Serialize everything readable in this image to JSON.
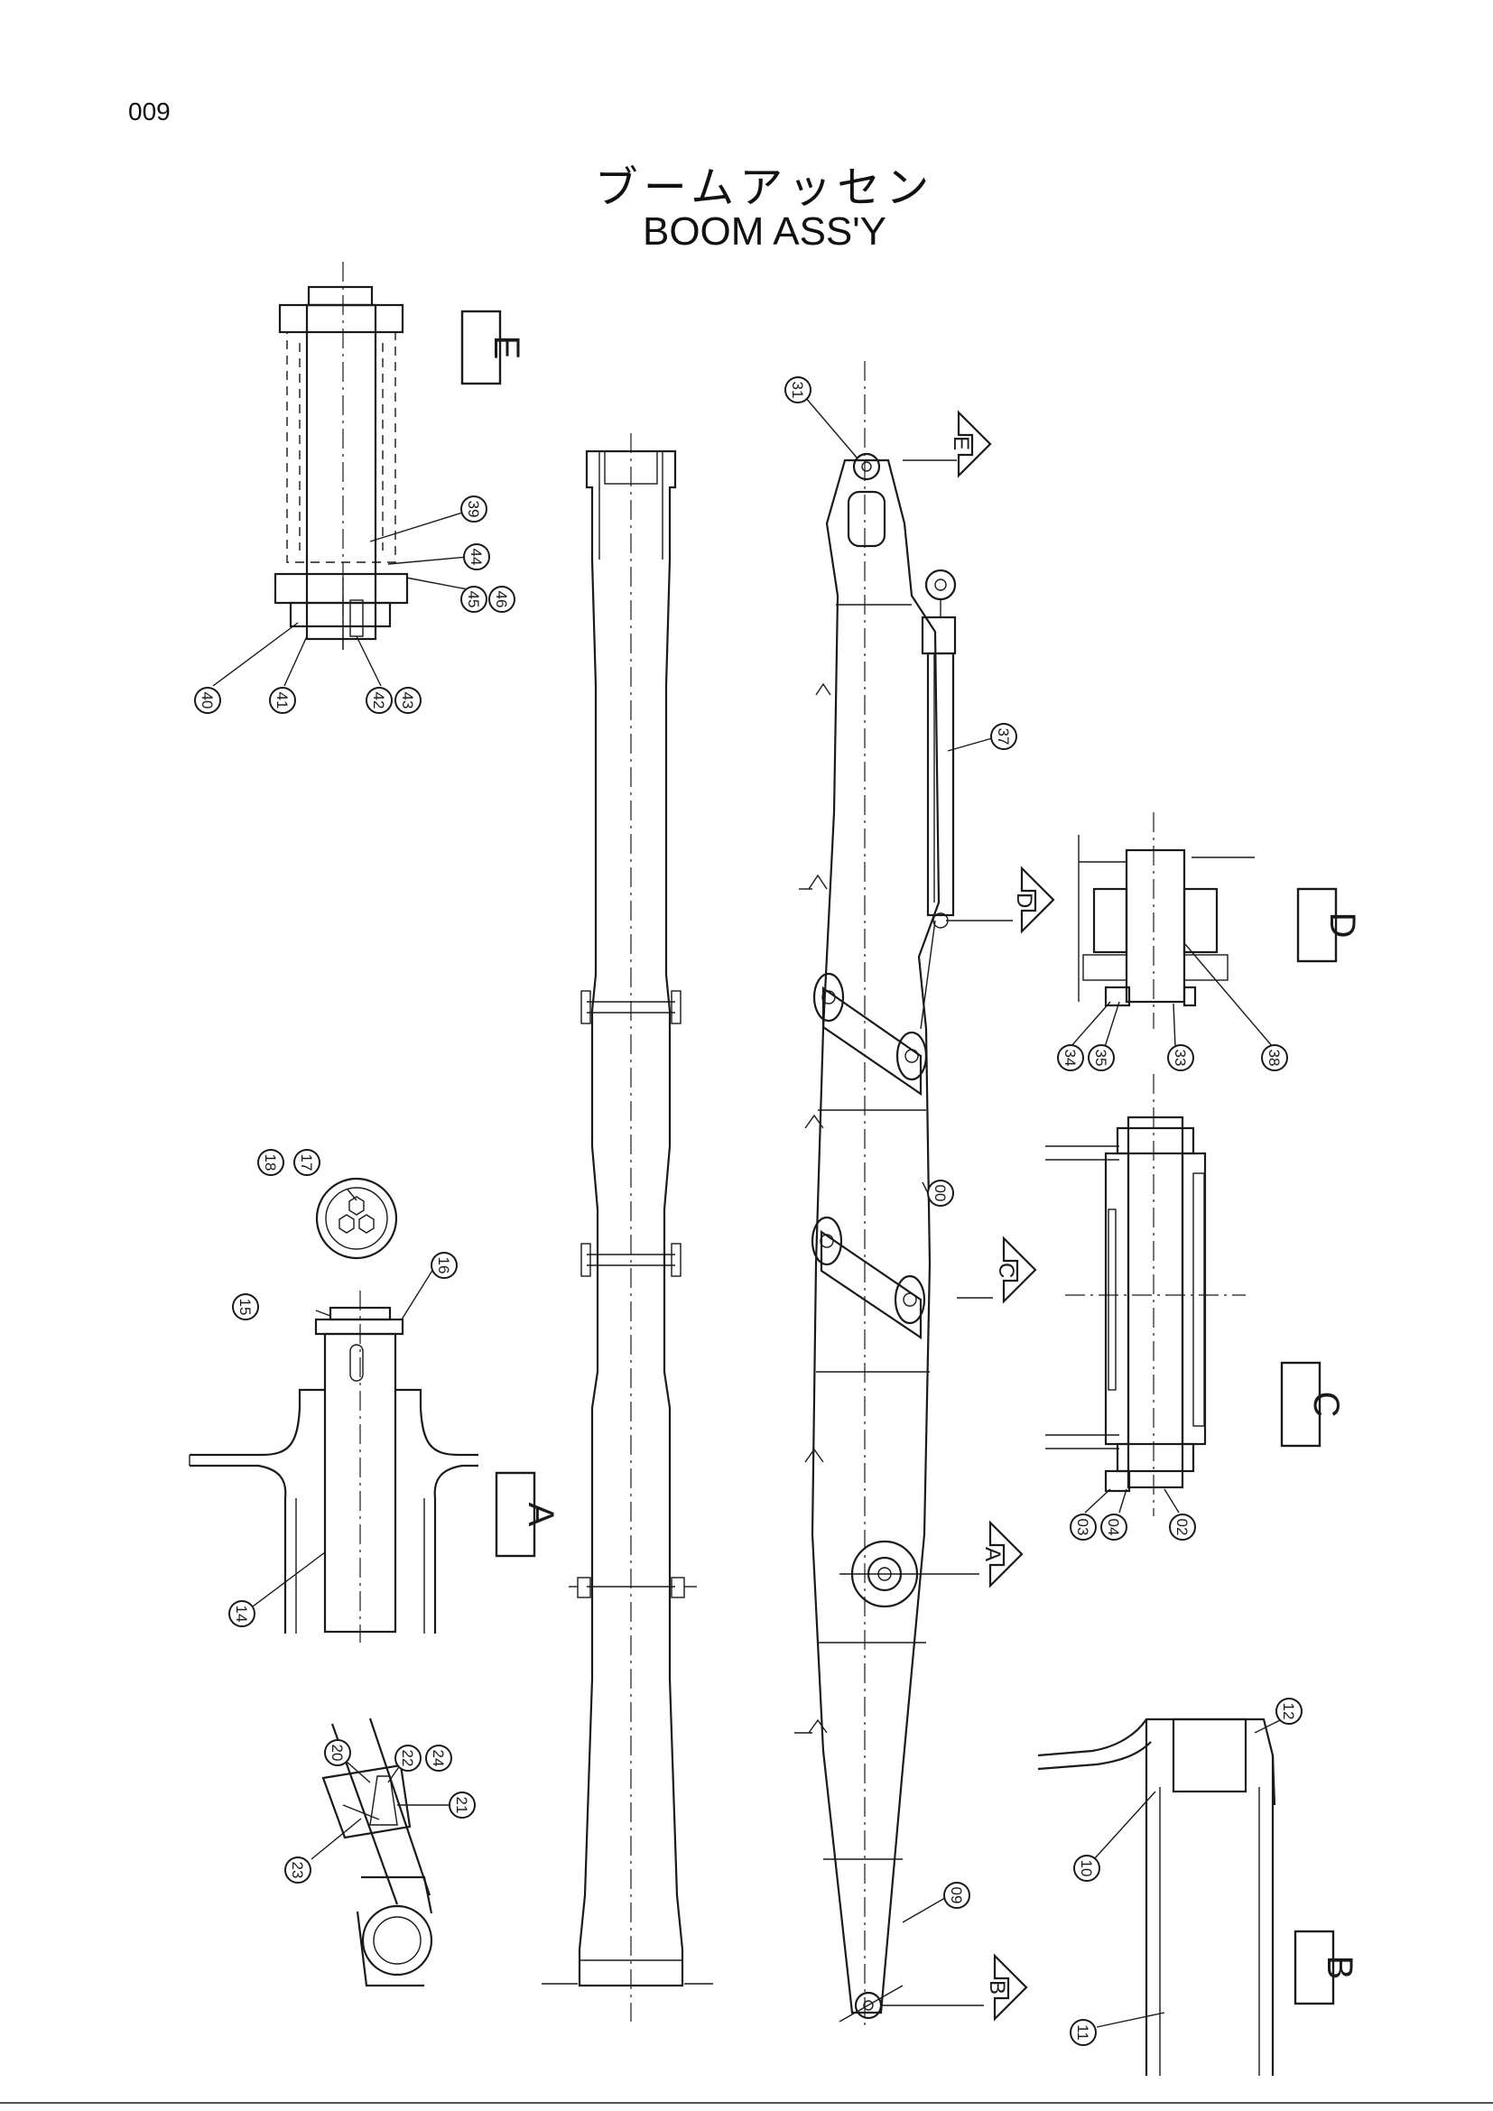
{
  "page": {
    "number": "009"
  },
  "title": {
    "japanese": "ブームアッセン",
    "english": "BOOM ASS'Y"
  },
  "view_labels": [
    "E",
    "D",
    "C",
    "A",
    "B"
  ],
  "section_arrows": [
    "E",
    "D",
    "C",
    "A",
    "B"
  ],
  "callouts": {
    "c00": "00",
    "c02": "02",
    "c03": "03",
    "c04": "04",
    "c09": "09",
    "c10": "10",
    "c11": "11",
    "c12": "12",
    "c14": "14",
    "c15": "15",
    "c16": "16",
    "c17": "17",
    "c18": "18",
    "c20": "20",
    "c21": "21",
    "c22": "22",
    "c23": "23",
    "c24": "24",
    "c31": "31",
    "c33": "33",
    "c34": "34",
    "c35": "35",
    "c37": "37",
    "c38": "38",
    "c39": "39",
    "c40": "40",
    "c41": "41",
    "c42": "42",
    "c43": "43",
    "c44": "44",
    "c45": "45",
    "c46": "46"
  }
}
